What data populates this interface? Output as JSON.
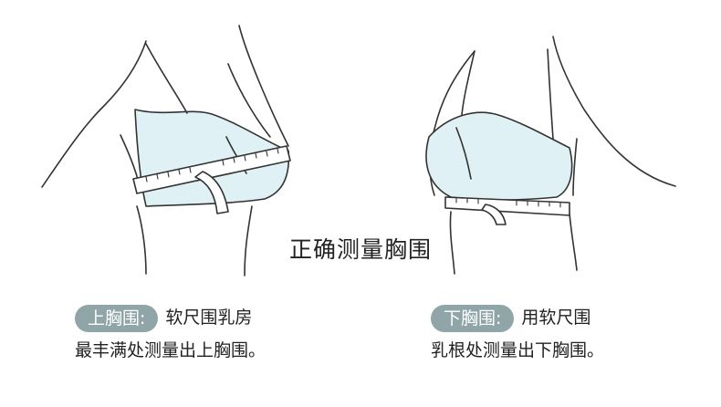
{
  "title": "正确测量胸围",
  "left": {
    "badge": "上胸围:",
    "line1": "软尺围乳房",
    "line2": "最丰满处测量出上胸围。"
  },
  "right": {
    "badge": "下胸围:",
    "line1": "用软尺围",
    "line2": "乳根处测量出下胸围。"
  },
  "colors": {
    "bra_fill": "#dff1f4",
    "badge": "#8fa5a8",
    "outline": "#333333",
    "tape_fill": "#ffffff"
  }
}
